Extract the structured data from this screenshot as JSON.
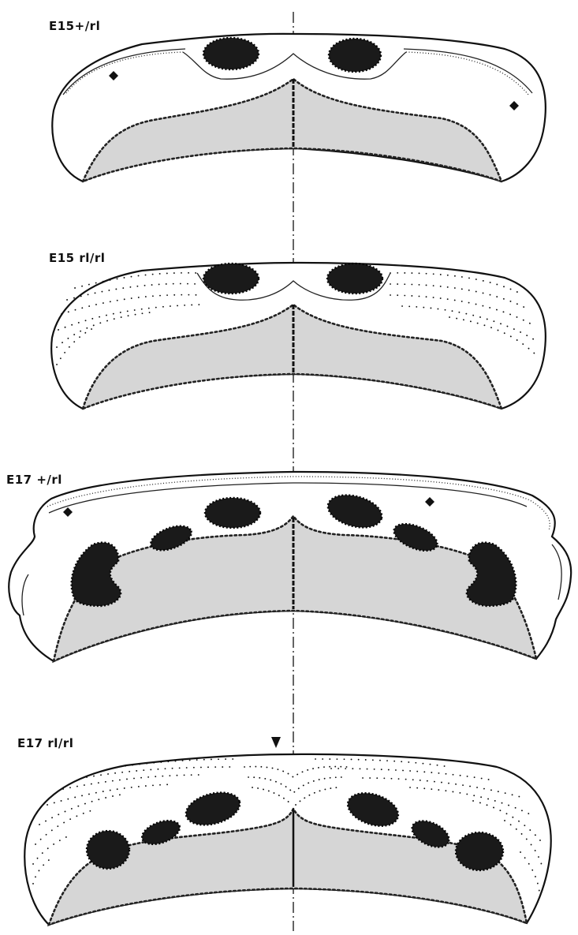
{
  "panels": [
    {
      "id": "e15-het",
      "label": "E15+/rl"
    },
    {
      "id": "e15-reeler",
      "label": "E15 rl/rl"
    },
    {
      "id": "e17-het",
      "label": "E17 +/rl"
    },
    {
      "id": "e17-reeler",
      "label": "E17 rl/rl"
    }
  ],
  "colors": {
    "background": "#ffffff",
    "outline": "#111111",
    "shaded_region": "#d6d6d6",
    "dark_nucleus": "#1a1a1a",
    "midline": "#222222"
  },
  "icons": {
    "arrowhead": "down-arrowhead-icon",
    "diamond_marker": "diamond-marker-icon"
  }
}
